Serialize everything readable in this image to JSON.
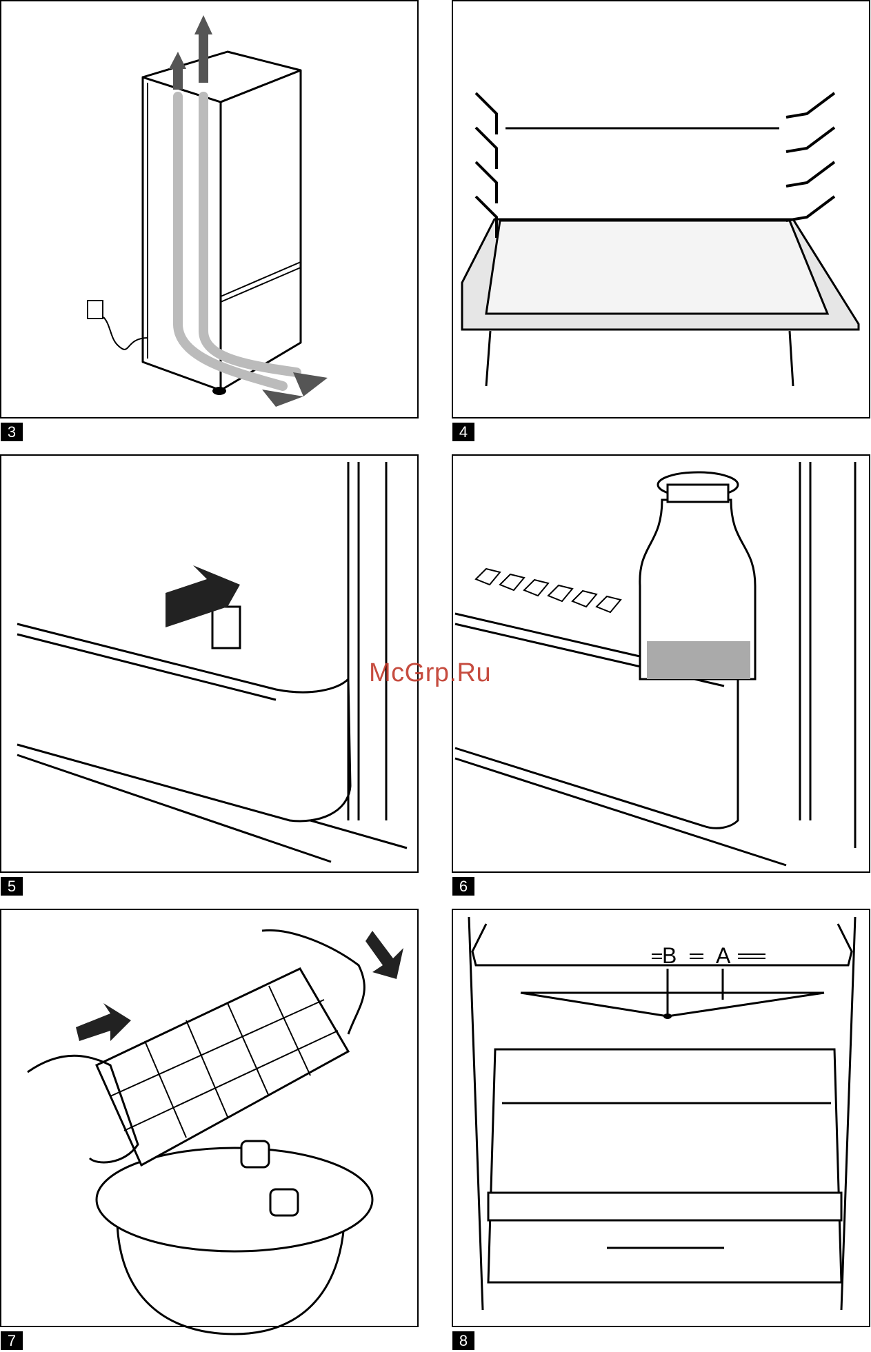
{
  "figures": [
    {
      "number": "3",
      "icon": "fridge-airflow"
    },
    {
      "number": "4",
      "icon": "glass-shelf"
    },
    {
      "number": "5",
      "icon": "door-bin-removal"
    },
    {
      "number": "6",
      "icon": "door-bottle-shelf"
    },
    {
      "number": "7",
      "icon": "ice-tray"
    },
    {
      "number": "8",
      "icon": "crisper-drawer"
    }
  ],
  "fig8_labels": {
    "b": "B",
    "a": "A"
  },
  "watermark": "McGrp.Ru"
}
